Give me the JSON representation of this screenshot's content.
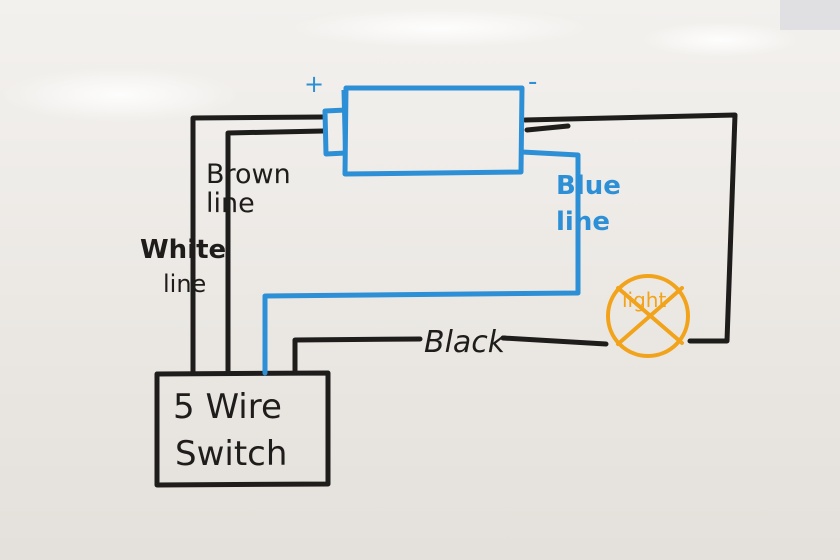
{
  "diagram": {
    "switch_label_line1": "5 Wire",
    "switch_label_line2": "Switch",
    "brown_label_line1": "Brown",
    "brown_label_line2": "line",
    "white_label_line1": "White",
    "white_label_line2": "line",
    "blue_label_line1": "Blue",
    "blue_label_line2": "line",
    "black_label": "Black",
    "light_label": "light",
    "plus_sign": "+",
    "minus_sign": "-"
  },
  "colors": {
    "black_marker": "#1f1d1b",
    "blue_marker": "#2d8fd6",
    "orange_marker": "#f2a31c"
  }
}
